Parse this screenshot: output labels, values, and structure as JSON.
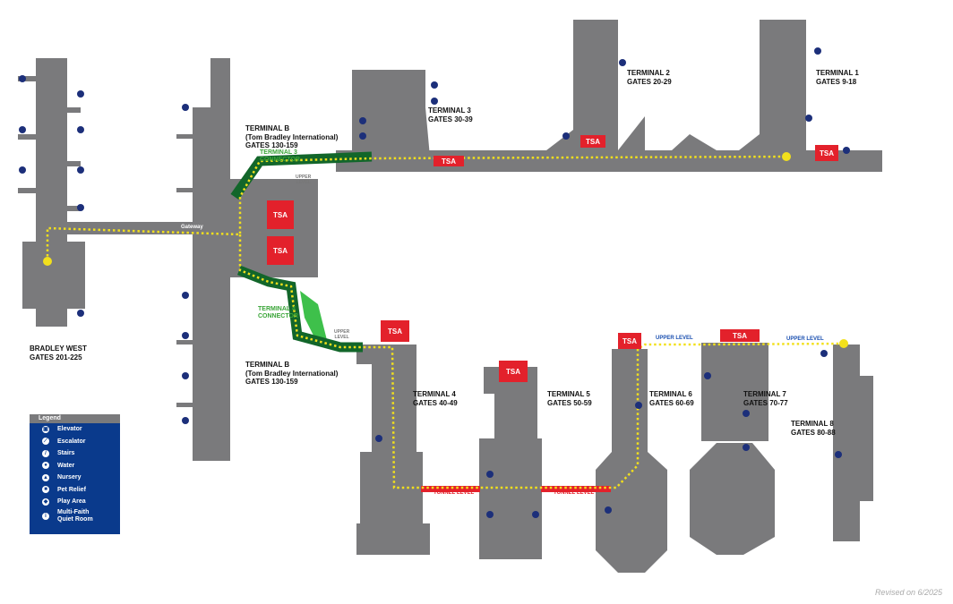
{
  "colors": {
    "terminal": "#7a7a7c",
    "tsa": "#e3212b",
    "connector_dark": "#12662a",
    "connector_light": "#3ec04b",
    "path": "#f2e01c",
    "legend_bg": "#0a3a8c",
    "icon": "#1c2f7a",
    "tunnel": "#e3212b"
  },
  "terminals": {
    "bradley_west": {
      "name": "BRADLEY WEST",
      "gates": "GATES 201-225"
    },
    "terminal_b_top": {
      "name": "TERMINAL B",
      "sub": "(Tom Bradley International)",
      "gates": "GATES 130-159"
    },
    "terminal_b_bottom": {
      "name": "TERMINAL B",
      "sub": "(Tom Bradley International)",
      "gates": "GATES 130-159"
    },
    "t1": {
      "name": "TERMINAL 1",
      "gates": "GATES 9-18"
    },
    "t2": {
      "name": "TERMINAL 2",
      "gates": "GATES 20-29"
    },
    "t3": {
      "name": "TERMINAL 3",
      "gates": "GATES 30-39"
    },
    "t4": {
      "name": "TERMINAL 4",
      "gates": "GATES 40-49"
    },
    "t5": {
      "name": "TERMINAL 5",
      "gates": "GATES 50-59"
    },
    "t6": {
      "name": "TERMINAL 6",
      "gates": "GATES 60-69"
    },
    "t7": {
      "name": "TERMINAL 7",
      "gates": "GATES 70-77"
    },
    "t8": {
      "name": "TERMINAL 8",
      "gates": "GATES 80-88"
    }
  },
  "connectors": {
    "t3": [
      "TERMINAL 3",
      "CONNECTOR"
    ],
    "t4": [
      "TERMINAL 4",
      "CONNECTOR"
    ]
  },
  "upper_level": [
    "UPPER",
    "LEVEL"
  ],
  "upper_level_inline": "UPPER LEVEL",
  "tunnel_level": "TUNNEL LEVEL",
  "gateway": "Gateway",
  "tsa": "TSA",
  "legend": {
    "title": "Legend",
    "items": [
      {
        "icon": "elevator-icon",
        "label": "Elevator"
      },
      {
        "icon": "escalator-icon",
        "label": "Escalator"
      },
      {
        "icon": "stairs-icon",
        "label": "Stairs"
      },
      {
        "icon": "water-icon",
        "label": "Water"
      },
      {
        "icon": "nursery-icon",
        "label": "Nursery"
      },
      {
        "icon": "pet-relief-icon",
        "label": "Pet Relief"
      },
      {
        "icon": "play-area-icon",
        "label": "Play Area"
      },
      {
        "icon": "multi-faith-icon",
        "label": "Multi-Faith Quiet Room"
      }
    ]
  },
  "revised": "Revised on 6/2025"
}
